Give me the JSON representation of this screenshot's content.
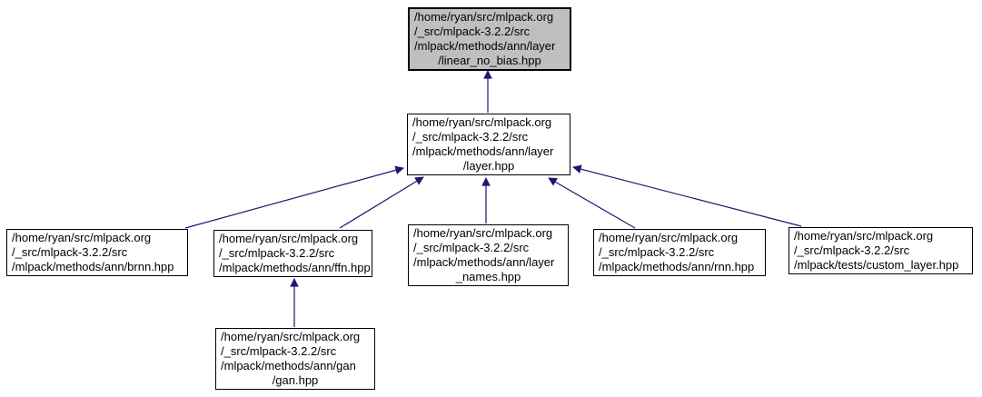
{
  "diagram": {
    "type": "include-dependency-graph",
    "colors": {
      "arrow": "#191970",
      "fill": "#ffffff",
      "border": "#000000",
      "highlight": "#bfbfbf"
    },
    "nodes": [
      {
        "id": "linear_no_bias",
        "highlighted": true,
        "lines": [
          "/home/ryan/src/mlpack.org",
          "/_src/mlpack-3.2.2/src",
          "/mlpack/methods/ann/layer",
          "/linear_no_bias.hpp"
        ]
      },
      {
        "id": "layer",
        "highlighted": false,
        "lines": [
          "/home/ryan/src/mlpack.org",
          "/_src/mlpack-3.2.2/src",
          "/mlpack/methods/ann/layer",
          "/layer.hpp"
        ]
      },
      {
        "id": "brnn",
        "highlighted": false,
        "lines": [
          "/home/ryan/src/mlpack.org",
          "/_src/mlpack-3.2.2/src",
          "/mlpack/methods/ann/brnn.hpp"
        ]
      },
      {
        "id": "ffn",
        "highlighted": false,
        "lines": [
          "/home/ryan/src/mlpack.org",
          "/_src/mlpack-3.2.2/src",
          "/mlpack/methods/ann/ffn.hpp"
        ]
      },
      {
        "id": "layer_names",
        "highlighted": false,
        "lines": [
          "/home/ryan/src/mlpack.org",
          "/_src/mlpack-3.2.2/src",
          "/mlpack/methods/ann/layer",
          "_names.hpp"
        ]
      },
      {
        "id": "rnn",
        "highlighted": false,
        "lines": [
          "/home/ryan/src/mlpack.org",
          "/_src/mlpack-3.2.2/src",
          "/mlpack/methods/ann/rnn.hpp"
        ]
      },
      {
        "id": "custom_layer",
        "highlighted": false,
        "lines": [
          "/home/ryan/src/mlpack.org",
          "/_src/mlpack-3.2.2/src",
          "/mlpack/tests/custom_layer.hpp"
        ]
      },
      {
        "id": "gan",
        "highlighted": false,
        "lines": [
          "/home/ryan/src/mlpack.org",
          "/_src/mlpack-3.2.2/src",
          "/mlpack/methods/ann/gan",
          "/gan.hpp"
        ]
      }
    ],
    "edges": [
      {
        "from": "layer",
        "to": "linear_no_bias"
      },
      {
        "from": "brnn",
        "to": "layer"
      },
      {
        "from": "ffn",
        "to": "layer"
      },
      {
        "from": "layer_names",
        "to": "layer"
      },
      {
        "from": "rnn",
        "to": "layer"
      },
      {
        "from": "custom_layer",
        "to": "layer"
      },
      {
        "from": "gan",
        "to": "ffn"
      }
    ]
  }
}
